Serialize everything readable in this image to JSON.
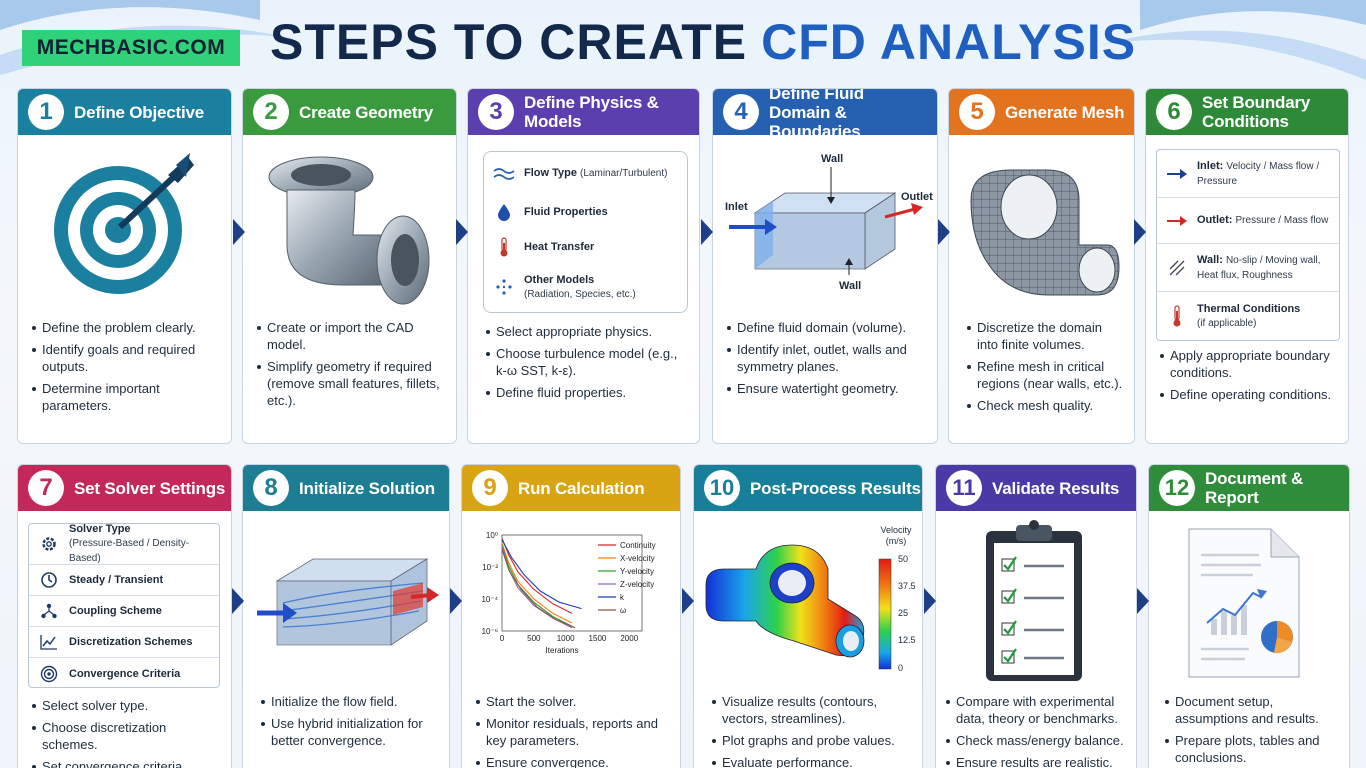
{
  "header": {
    "logo": "MECHBASIC.COM",
    "title_main": "STEPS TO CREATE",
    "title_accent": "CFD ANALYSIS"
  },
  "colors": {
    "c1": "#1b7f9f",
    "c2": "#3a9a3e",
    "c3": "#5b3fae",
    "c4": "#2561b0",
    "c5": "#e2731f",
    "c6": "#2e8a38",
    "c7": "#c2295a",
    "c8": "#1d7d93",
    "c9": "#d8a413",
    "c10": "#177f99",
    "c11": "#4b3aa5",
    "c12": "#2f8c3a"
  },
  "steps": [
    {
      "num": "1",
      "title": "Define Objective",
      "bullets": [
        "Define the problem clearly.",
        "Identify goals and required outputs.",
        "Determine important parameters."
      ]
    },
    {
      "num": "2",
      "title": "Create Geometry",
      "bullets": [
        "Create or import the CAD model.",
        "Simplify geometry if required (remove small features, fillets, etc.)."
      ]
    },
    {
      "num": "3",
      "title": "Define Physics & Models",
      "items": [
        {
          "label": "Flow Type",
          "sub": "(Laminar/Turbulent)"
        },
        {
          "label": "Fluid Properties",
          "sub": ""
        },
        {
          "label": "Heat Transfer",
          "sub": ""
        },
        {
          "label": "Other Models",
          "sub": "(Radiation, Species, etc.)"
        }
      ],
      "bullets": [
        "Select appropriate physics.",
        "Choose turbulence model (e.g., k-ω SST, k-ε).",
        "Define fluid properties."
      ]
    },
    {
      "num": "4",
      "title": "Define Fluid Domain & Boundaries",
      "labels": {
        "wall_top": "Wall",
        "inlet": "Inlet",
        "outlet": "Outlet",
        "wall_bottom": "Wall"
      },
      "bullets": [
        "Define fluid domain (volume).",
        "Identify inlet, outlet, walls and symmetry planes.",
        "Ensure watertight geometry."
      ]
    },
    {
      "num": "5",
      "title": "Generate Mesh",
      "bullets": [
        "Discretize the domain into finite volumes.",
        "Refine mesh in critical regions (near walls, etc.).",
        "Check mesh quality."
      ]
    },
    {
      "num": "6",
      "title": "Set Boundary Conditions",
      "items": [
        {
          "label": "Inlet:",
          "text": "Velocity / Mass flow / Pressure"
        },
        {
          "label": "Outlet:",
          "text": "Pressure / Mass flow"
        },
        {
          "label": "Wall:",
          "text": "No-slip / Moving wall, Heat flux, Roughness"
        },
        {
          "label": "Thermal Conditions",
          "text": "(if applicable)"
        }
      ],
      "bullets": [
        "Apply appropriate boundary conditions.",
        "Define operating conditions."
      ]
    },
    {
      "num": "7",
      "title": "Set Solver Settings",
      "items": [
        {
          "label": "Solver Type",
          "sub": "(Pressure-Based / Density-Based)"
        },
        {
          "label": "Steady / Transient",
          "sub": ""
        },
        {
          "label": "Coupling Scheme",
          "sub": ""
        },
        {
          "label": "Discretization Schemes",
          "sub": ""
        },
        {
          "label": "Convergence Criteria",
          "sub": ""
        }
      ],
      "bullets": [
        "Select solver type.",
        "Choose discretization schemes.",
        "Set convergence criteria."
      ]
    },
    {
      "num": "8",
      "title": "Initialize Solution",
      "bullets": [
        "Initialize the flow field.",
        "Use hybrid initialization for better convergence."
      ]
    },
    {
      "num": "9",
      "title": "Run Calculation",
      "bullets": [
        "Start the solver.",
        "Monitor residuals, reports and key parameters.",
        "Ensure convergence."
      ]
    },
    {
      "num": "10",
      "title": "Post-Process Results",
      "bullets": [
        "Visualize results (contours, vectors, streamlines).",
        "Plot graphs and probe values.",
        "Evaluate performance."
      ]
    },
    {
      "num": "11",
      "title": "Validate Results",
      "bullets": [
        "Compare with experimental data, theory or benchmarks.",
        "Check mass/energy balance.",
        "Ensure results are realistic."
      ]
    },
    {
      "num": "12",
      "title": "Document & Report",
      "bullets": [
        "Document setup, assumptions and results.",
        "Prepare plots, tables and conclusions."
      ]
    }
  ],
  "chart_data": {
    "type": "line",
    "title": "",
    "xlabel": "Iterations",
    "ylabel": "",
    "xlim": [
      0,
      2200
    ],
    "ylim_log10": [
      -6,
      0
    ],
    "x_ticks": [
      "0",
      "500",
      "1000",
      "1500",
      "2000"
    ],
    "y_ticks": [
      "10⁻⁶",
      "10⁻⁴",
      "10⁻²",
      "10⁰"
    ],
    "legend_position": "top-right",
    "series": [
      {
        "name": "Continuity",
        "color": "#d62728",
        "x": [
          0,
          100,
          250,
          500,
          800,
          1100
        ],
        "log10_y": [
          -0.2,
          -1.2,
          -2.3,
          -3.4,
          -4.3,
          -4.9
        ]
      },
      {
        "name": "X-velocity",
        "color": "#ff7f0e",
        "x": [
          0,
          100,
          250,
          500,
          800,
          1100
        ],
        "log10_y": [
          -0.5,
          -1.7,
          -2.9,
          -4.0,
          -4.9,
          -5.5
        ]
      },
      {
        "name": "Y-velocity",
        "color": "#2ca02c",
        "x": [
          0,
          100,
          250,
          500,
          800,
          1100
        ],
        "log10_y": [
          -0.6,
          -1.9,
          -3.1,
          -4.2,
          -5.1,
          -5.7
        ]
      },
      {
        "name": "Z-velocity",
        "color": "#9467bd",
        "x": [
          0,
          100,
          250,
          500,
          800,
          1100
        ],
        "log10_y": [
          -0.7,
          -2.1,
          -3.3,
          -4.4,
          -5.2,
          -5.8
        ]
      },
      {
        "name": "k",
        "color": "#1f3fb5",
        "x": [
          0,
          150,
          350,
          600,
          900,
          1250
        ],
        "log10_y": [
          -0.3,
          -1.4,
          -2.5,
          -3.5,
          -4.2,
          -4.6
        ]
      },
      {
        "name": "ω",
        "color": "#8c564b",
        "x": [
          0,
          120,
          300,
          550,
          850,
          1150
        ],
        "log10_y": [
          -0.9,
          -2.3,
          -3.4,
          -4.5,
          -5.3,
          -5.8
        ]
      }
    ]
  },
  "colorbar": {
    "title_line1": "Velocity",
    "title_line2": "(m/s)",
    "ticks": [
      "50",
      "37.5",
      "25",
      "12.5",
      "0"
    ]
  }
}
